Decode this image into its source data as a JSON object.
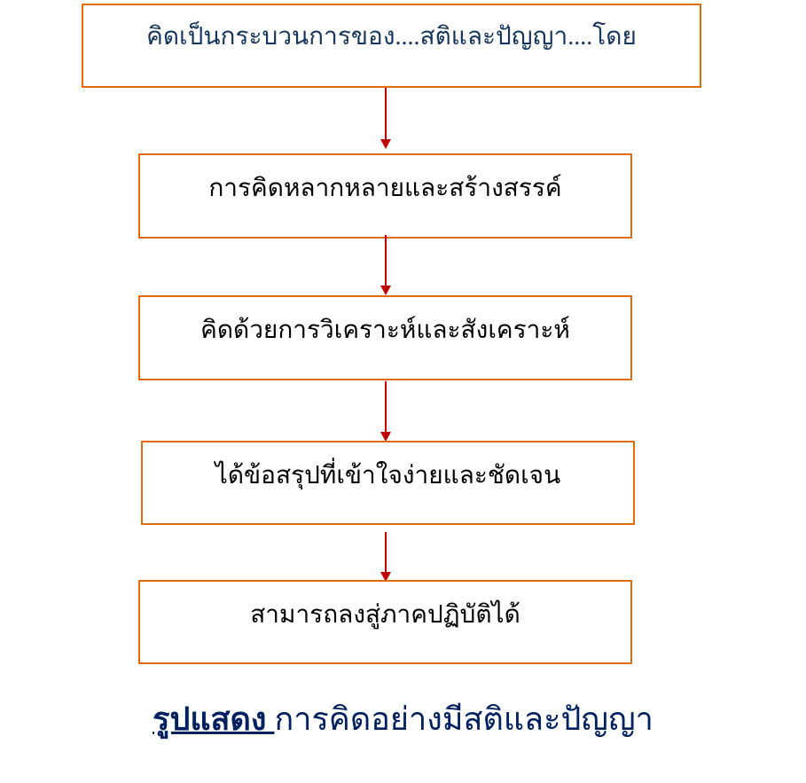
{
  "steps": [
    "คิดเป็นกระบวนการของ....สติและปัญญา....โดย",
    "การคิดหลากหลายและสร้างสรรค์",
    "คิดด้วยการวิเคราะห์และสังเคราะห์",
    "ได้ข้อสรุปที่เข้าใจง่ายและชัดเจน",
    "สามารถลงสู่ภาคปฏิบัติได้"
  ],
  "caption": {
    "label": "รูปแสดง ",
    "title": "การคิดอย่างมีสติและปัญญา"
  },
  "colors": {
    "border": "#e36c0a",
    "arrow": "#c00000",
    "caption": "#002060"
  }
}
